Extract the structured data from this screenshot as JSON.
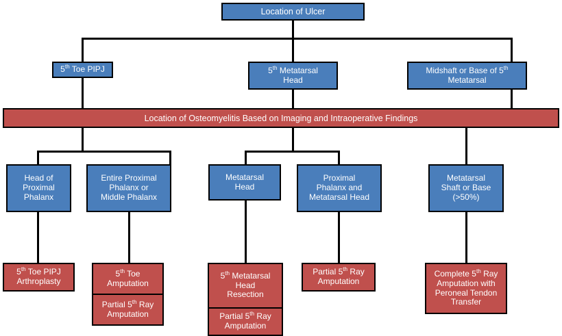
{
  "diagram": {
    "title": "Location of Ulcer",
    "palette": {
      "blue": "#4a7ebb",
      "red": "#c0504d",
      "line": "#000000",
      "text": "#ffffff",
      "background": "#ffffff"
    },
    "root": {
      "label": "Location of Ulcer"
    },
    "ulcer_sites": [
      {
        "label_html": "5<sup>th</sup> Toe PIPJ",
        "label": "5th Toe PIPJ"
      },
      {
        "label_html": "5<sup>th</sup> Metatarsal<br>Head",
        "label": "5th Metatarsal Head"
      },
      {
        "label_html": "Midshaft or Base of 5<sup>th</sup><br>Metatarsal",
        "label": "Midshaft or Base of 5th Metatarsal"
      }
    ],
    "banner": {
      "label": "Location of Osteomyelitis Based on Imaging and Intraoperative Findings"
    },
    "osteomyelitis_sites": [
      {
        "label_html": "Head of<br>Proximal<br>Phalanx",
        "label": "Head of Proximal Phalanx"
      },
      {
        "label_html": "Entire Proximal<br>Phalanx or<br>Middle Phalanx",
        "label": "Entire Proximal Phalanx or Middle Phalanx"
      },
      {
        "label_html": "Metatarsal<br>Head",
        "label": "Metatarsal Head"
      },
      {
        "label_html": "Proximal<br>Phalanx and<br>Metatarsal Head",
        "label": "Proximal Phalanx and Metatarsal Head"
      },
      {
        "label_html": "Metatarsal<br>Shaft or Base<br>(&gt;50%)",
        "label": "Metatarsal Shaft or Base (>50%)"
      }
    ],
    "procedures": [
      {
        "cells": [
          {
            "label_html": "5<sup>th</sup> Toe PIPJ<br>Arthroplasty",
            "label": "5th Toe PIPJ Arthroplasty"
          }
        ]
      },
      {
        "cells": [
          {
            "label_html": "5<sup>th</sup> Toe<br>Amputation",
            "label": "5th Toe Amputation"
          },
          {
            "label_html": "Partial 5<sup>th</sup> Ray<br>Amputation",
            "label": "Partial 5th Ray Amputation"
          }
        ]
      },
      {
        "cells": [
          {
            "label_html": "5<sup>th</sup> Metatarsal<br>Head<br>Resection",
            "label": "5th Metatarsal Head Resection"
          },
          {
            "label_html": "Partial 5<sup>th</sup> Ray<br>Amputation",
            "label": "Partial 5th Ray Amputation"
          }
        ]
      },
      {
        "cells": [
          {
            "label_html": "Partial 5<sup>th</sup> Ray<br>Amputation",
            "label": "Partial 5th Ray Amputation"
          }
        ]
      },
      {
        "cells": [
          {
            "label_html": "Complete 5<sup>th</sup> Ray<br>Amputation with<br>Peroneal Tendon<br>Transfer",
            "label": "Complete 5th Ray Amputation with Peroneal Tendon Transfer"
          }
        ]
      }
    ]
  }
}
